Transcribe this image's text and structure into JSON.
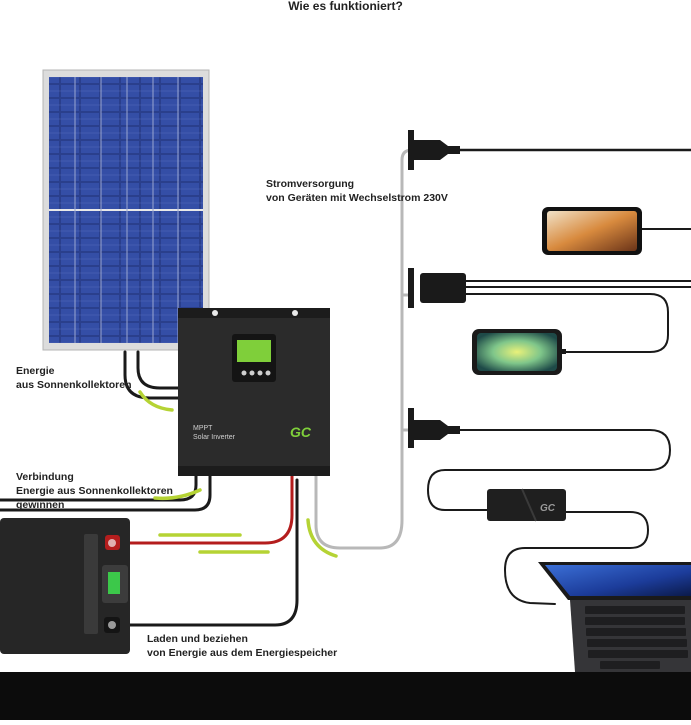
{
  "title": "Wie es funktioniert?",
  "labels": {
    "energy_panels": [
      "Energie",
      "aus Sonnenkollektoren"
    ],
    "connection": [
      "Verbindung",
      "Energie aus Sonnenkollektoren",
      "gewinnen"
    ],
    "ac_supply": [
      "Stromversorgung",
      "von Geräten mit Wechselstrom 230V"
    ],
    "storage": [
      "Laden und beziehen",
      "von Energie aus dem Energiespeicher"
    ]
  },
  "inverter": {
    "line1": "MPPT",
    "line2": "Solar Inverter",
    "logo": "GC"
  },
  "adapter_logo": "GC",
  "colors": {
    "arrow_green": "#b5d334",
    "cable_red": "#b41d1d",
    "cable_grey": "#b8b8b8",
    "display_green": "#7fcf3a"
  }
}
